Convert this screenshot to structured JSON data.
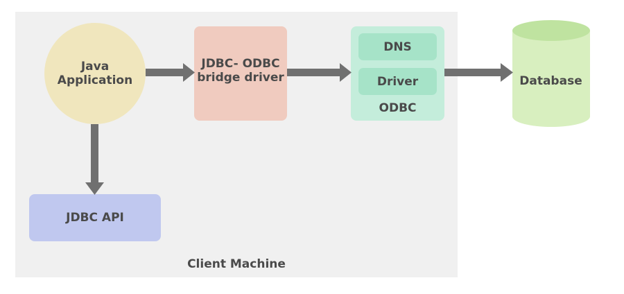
{
  "client_machine": {
    "label": "Client Machine"
  },
  "java_application": {
    "line1": "Java",
    "line2": "Application"
  },
  "jdbc_api": {
    "label": "JDBC API"
  },
  "bridge_driver": {
    "line1": "JDBC- ODBC",
    "line2": "bridge driver"
  },
  "odbc": {
    "dns_label": "DNS",
    "driver_label": "Driver",
    "label": "ODBC"
  },
  "database": {
    "label": "Database"
  },
  "colors": {
    "client_bg": "#f0f0f0",
    "java_app": "#f0e6bd",
    "jdbc_api": "#c0c8ef",
    "bridge": "#f0cbbf",
    "odbc": "#c4eddb",
    "odbc_inner": "#a6e3c8",
    "database": "#d8efbf",
    "database_top": "#bfe3a0",
    "arrow": "#707070"
  }
}
